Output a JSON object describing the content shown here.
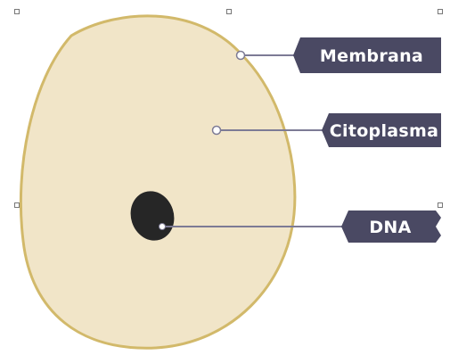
{
  "labels": {
    "membrane": "Membrana",
    "cytoplasm": "Citoplasma",
    "dna": "DNA"
  },
  "colors": {
    "cell_fill": "#f1e5c8",
    "cell_stroke": "#d2b96a",
    "nucleoid_fill": "#262626",
    "label_bg": "#4a4963",
    "label_text": "#ffffff",
    "leader_line": "#7d7b95",
    "handle_stroke": "#777777"
  },
  "icons": {
    "selection_handles": "square-handle-icon",
    "leader_endpoint": "circle-dot-icon"
  }
}
